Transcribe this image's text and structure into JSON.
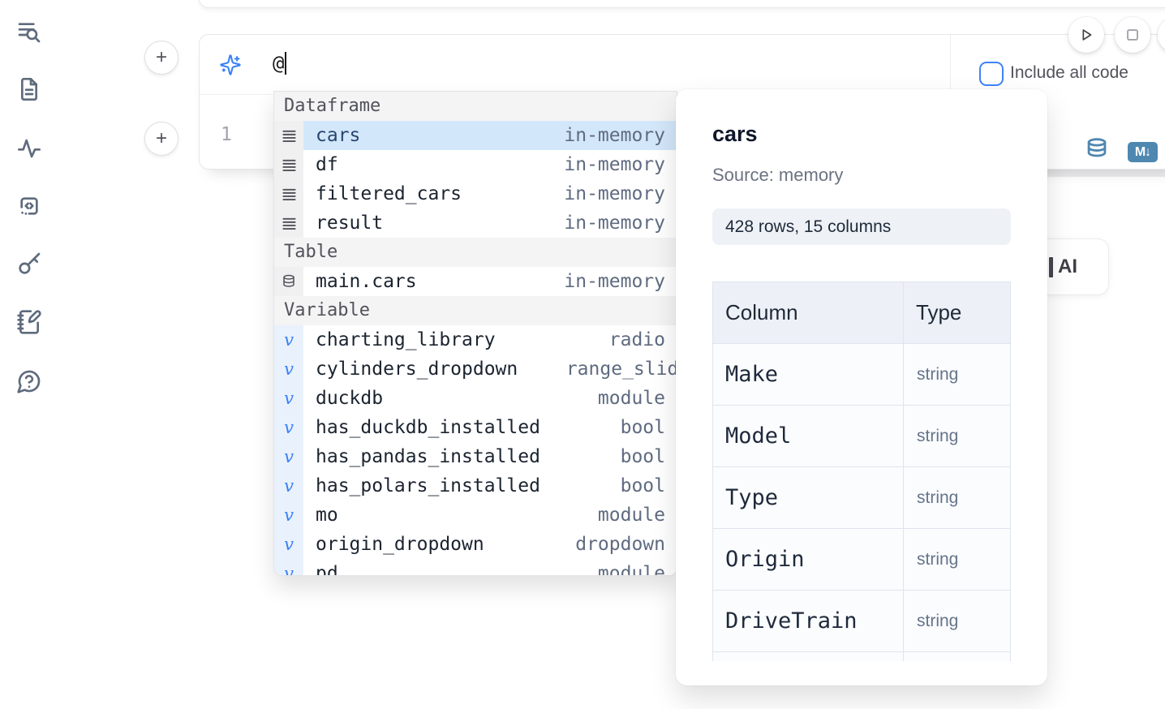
{
  "sidebar": {
    "items": [
      {
        "icon": "toc-search-icon"
      },
      {
        "icon": "files-icon"
      },
      {
        "icon": "dependencies-icon"
      },
      {
        "icon": "snippets-icon"
      },
      {
        "icon": "secrets-icon"
      },
      {
        "icon": "scratchpad-icon"
      },
      {
        "icon": "help-icon"
      }
    ]
  },
  "add_cell_buttons": {
    "top": "+",
    "bottom": "+"
  },
  "run_controls": {
    "play": "play-icon",
    "stop": "stop-icon"
  },
  "prompt_cell": {
    "ai_icon": "sparkles-icon",
    "input_value": "@",
    "include_all_code": {
      "label": "Include all code",
      "checked": false
    },
    "line_number": "1",
    "actions": {
      "datasource_icon": "database-icon",
      "markdown_badge": "M↓"
    }
  },
  "autocomplete": {
    "variable_glyph": "v",
    "sections": [
      {
        "label": "Dataframe",
        "items": [
          {
            "name": "cars",
            "type": "in-memory",
            "selected": true
          },
          {
            "name": "df",
            "type": "in-memory"
          },
          {
            "name": "filtered_cars",
            "type": "in-memory"
          },
          {
            "name": "result",
            "type": "in-memory"
          }
        ]
      },
      {
        "label": "Table",
        "items": [
          {
            "name": "main.cars",
            "type": "in-memory"
          }
        ]
      },
      {
        "label": "Variable",
        "items": [
          {
            "name": "charting_library",
            "type": "radio"
          },
          {
            "name": "cylinders_dropdown",
            "type": "range_slider"
          },
          {
            "name": "duckdb",
            "type": "module"
          },
          {
            "name": "has_duckdb_installed",
            "type": "bool"
          },
          {
            "name": "has_pandas_installed",
            "type": "bool"
          },
          {
            "name": "has_polars_installed",
            "type": "bool"
          },
          {
            "name": "mo",
            "type": "module"
          },
          {
            "name": "origin_dropdown",
            "type": "dropdown"
          },
          {
            "name": "pd",
            "type": "module"
          }
        ]
      }
    ]
  },
  "preview_panel": {
    "title": "cars",
    "source": "Source: memory",
    "summary": "428 rows, 15 columns",
    "table": {
      "headers": [
        "Column",
        "Type"
      ],
      "rows": [
        {
          "column": "Make",
          "type": "string"
        },
        {
          "column": "Model",
          "type": "string"
        },
        {
          "column": "Type",
          "type": "string"
        },
        {
          "column": "Origin",
          "type": "string"
        },
        {
          "column": "DriveTrain",
          "type": "string"
        }
      ]
    }
  },
  "ai_generate_button": {
    "label": "AI"
  },
  "colors": {
    "accent": "#3b82f6",
    "selection": "#d3e7fa",
    "steel_blue": "#4e87b0"
  }
}
